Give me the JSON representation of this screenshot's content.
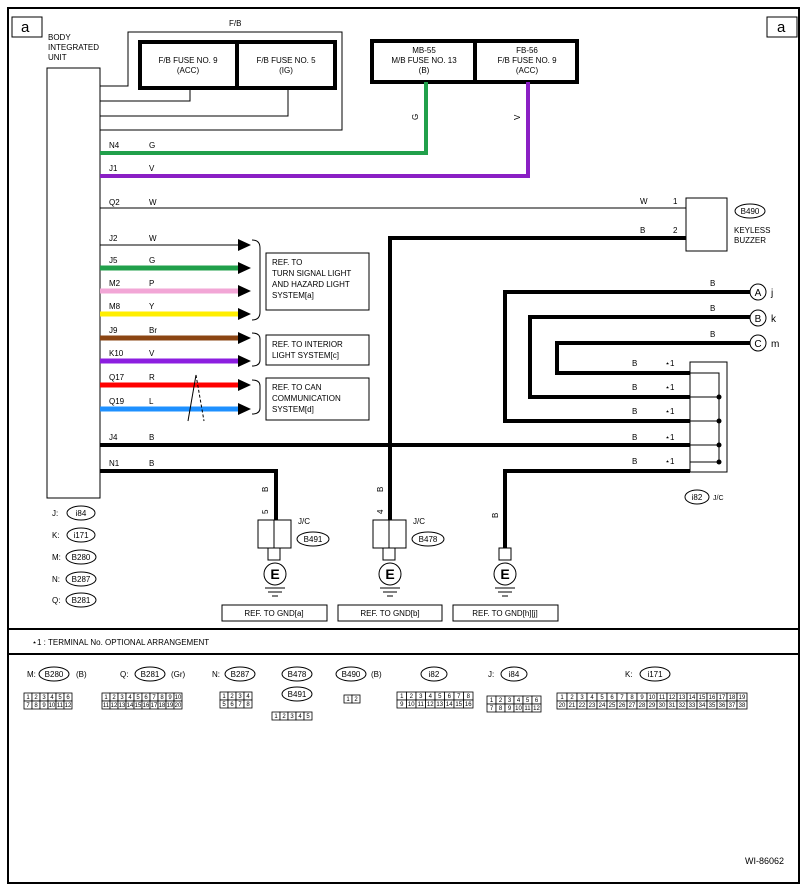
{
  "corner_label": "a",
  "unit": {
    "line1": "BODY",
    "line2": "INTEGRATED",
    "line3": "UNIT"
  },
  "fb": {
    "label": "F/B",
    "fuse9": {
      "line1": "F/B FUSE NO. 9",
      "line2": "(ACC)"
    },
    "fuse5": {
      "line1": "F/B FUSE NO. 5",
      "line2": "(IG)"
    }
  },
  "mb": {
    "mb55": {
      "line1": "MB-55",
      "line2": "M/B FUSE NO. 13",
      "line3": "(B)"
    },
    "fb56": {
      "line1": "FB-56",
      "line2": "F/B FUSE NO. 9",
      "line3": "(ACC)"
    },
    "wire_g": "G",
    "wire_v": "V"
  },
  "pins": [
    {
      "pin": "N4",
      "color": "G"
    },
    {
      "pin": "J1",
      "color": "V"
    },
    {
      "pin": "Q2",
      "color": "W"
    },
    {
      "pin": "J2",
      "color": "W"
    },
    {
      "pin": "J5",
      "color": "G"
    },
    {
      "pin": "M2",
      "color": "P"
    },
    {
      "pin": "M8",
      "color": "Y"
    },
    {
      "pin": "J9",
      "color": "Br"
    },
    {
      "pin": "K10",
      "color": "V"
    },
    {
      "pin": "Q17",
      "color": "R"
    },
    {
      "pin": "Q19",
      "color": "L"
    },
    {
      "pin": "J4",
      "color": "B"
    },
    {
      "pin": "N1",
      "color": "B"
    }
  ],
  "wire_colors": {
    "green": "#21a04b",
    "purple": "#8a1fc4",
    "pink": "#f2a6d6",
    "yellow": "#ffee00",
    "brown": "#8b4513",
    "violet": "#8c1ee0",
    "red": "#ff0000",
    "blue": "#1e90ff"
  },
  "keyless": {
    "id": "B490",
    "line1": "KEYLESS",
    "line2": "BUZZER",
    "w_color": "W",
    "w_pin": "1",
    "b_color": "B",
    "b_pin": "2"
  },
  "refs": {
    "turn": {
      "line1": "REF. TO",
      "line2": "TURN SIGNAL LIGHT",
      "line3": "AND HAZARD LIGHT",
      "line4": "SYSTEM[a]"
    },
    "interior": {
      "line1": "REF. TO INTERIOR",
      "line2": "LIGHT SYSTEM[c]"
    },
    "can": {
      "line1": "REF. TO CAN",
      "line2": "COMMUNICATION",
      "line3": "SYSTEM[d]"
    }
  },
  "terminals": {
    "a": {
      "letter": "A",
      "name": "j",
      "color": "B"
    },
    "b": {
      "letter": "B",
      "name": "k",
      "color": "B"
    },
    "c": {
      "letter": "C",
      "name": "m",
      "color": "B"
    }
  },
  "jc_i82": {
    "rows": [
      {
        "color": "B",
        "mark": "⋆1"
      },
      {
        "color": "B",
        "mark": "⋆1"
      },
      {
        "color": "B",
        "mark": "⋆1"
      },
      {
        "color": "B",
        "mark": "⋆1"
      },
      {
        "color": "B",
        "mark": "⋆1"
      }
    ],
    "id": "i82",
    "label": "J/C"
  },
  "grounds": {
    "g1": {
      "wire": "B",
      "pin": "5",
      "jc": "J/C",
      "id": "B491",
      "e": "E",
      "ref": "REF. TO GND[a]"
    },
    "g2": {
      "wire": "B",
      "pin": "4",
      "jc": "J/C",
      "id": "B478",
      "e": "E",
      "ref": "REF. TO GND[b]"
    },
    "g3": {
      "wire": "B",
      "e": "E",
      "ref": "REF. TO GND[h][j]"
    }
  },
  "legend": [
    {
      "k": "J:",
      "id": "i84"
    },
    {
      "k": "K:",
      "id": "i171"
    },
    {
      "k": "M:",
      "id": "B280"
    },
    {
      "k": "N:",
      "id": "B287"
    },
    {
      "k": "Q:",
      "id": "B281"
    }
  ],
  "note": "⋆1 : TERMINAL No. OPTIONAL ARRANGEMENT",
  "connectors": {
    "m": {
      "k": "M:",
      "id": "B280",
      "suffix": "(B)"
    },
    "q": {
      "k": "Q:",
      "id": "B281",
      "suffix": "(Gr)"
    },
    "n": {
      "k": "N:",
      "id": "B287"
    },
    "b478": {
      "id": "B478"
    },
    "b491": {
      "id": "B491"
    },
    "b490": {
      "id": "B490",
      "suffix": "(B)"
    },
    "i82": {
      "id": "i82"
    },
    "j": {
      "k": "J:",
      "id": "i84"
    },
    "k": {
      "k": "K:",
      "id": "i171"
    }
  },
  "doc_id": "WI-86062"
}
